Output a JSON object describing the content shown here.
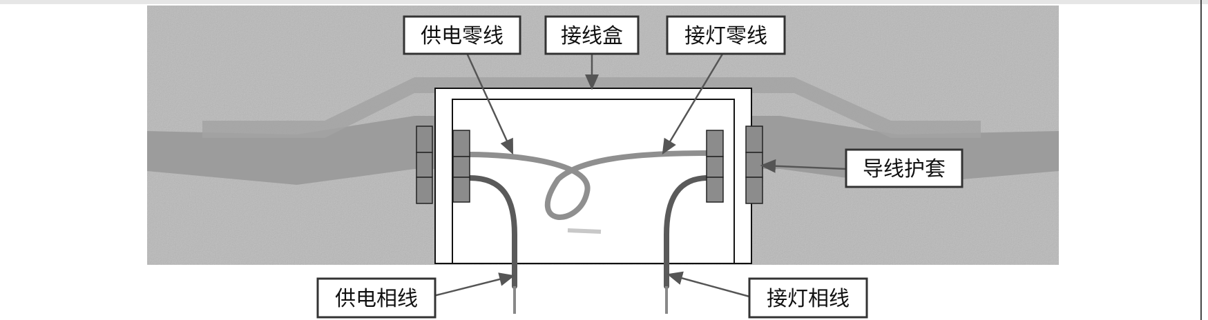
{
  "labels": {
    "supply_neutral": "供电零线",
    "junction_box": "接线盒",
    "lamp_neutral": "接灯零线",
    "wire_sheath": "导线护套",
    "supply_phase": "供电相线",
    "lamp_phase": "接灯相线"
  },
  "colors": {
    "background": "#ffffff",
    "wall": "#b9b9b9",
    "sheath": "#9c9c9c",
    "box_frame": "#ffffff",
    "neutral_wire": "#8f8f8f",
    "phase_wire": "#5a5a5a",
    "label_border": "#333333",
    "arrow": "#555555"
  }
}
